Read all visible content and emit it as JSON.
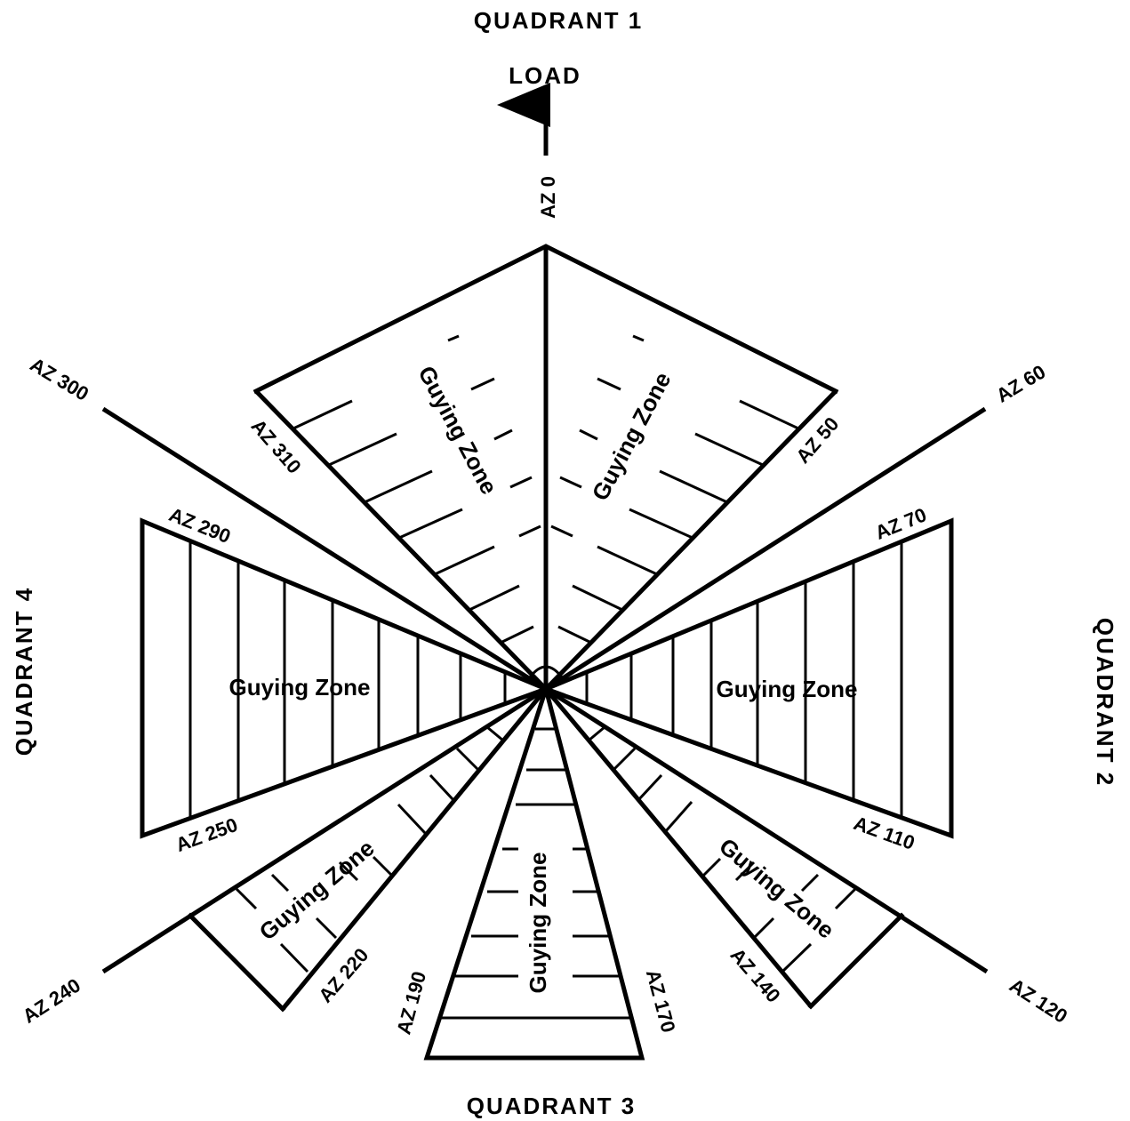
{
  "quadrants": {
    "q1": "QUADRANT  1",
    "q2": "QUADRANT  2",
    "q3": "QUADRANT  3",
    "q4": "QUADRANT  4"
  },
  "load_label": "LOAD",
  "azimuths": {
    "az0": "AZ 0",
    "az60_inner": "AZ 50",
    "az60_outer": "AZ 60",
    "az70": "AZ 70",
    "az110": "AZ 110",
    "az120": "AZ 120",
    "az140": "AZ 140",
    "az170": "AZ 170",
    "az190": "AZ 190",
    "az220": "AZ 220",
    "az240": "AZ 240",
    "az250": "AZ 250",
    "az290": "AZ 290",
    "az300": "AZ 300",
    "az310": "AZ 310"
  },
  "zones": {
    "north_left": "Guying Zone",
    "north_right": "Guying Zone",
    "east": "Guying Zone",
    "west": "Guying Zone",
    "southeast": "Guying Zone",
    "south": "Guying Zone",
    "southwest": "Guying Zone"
  }
}
